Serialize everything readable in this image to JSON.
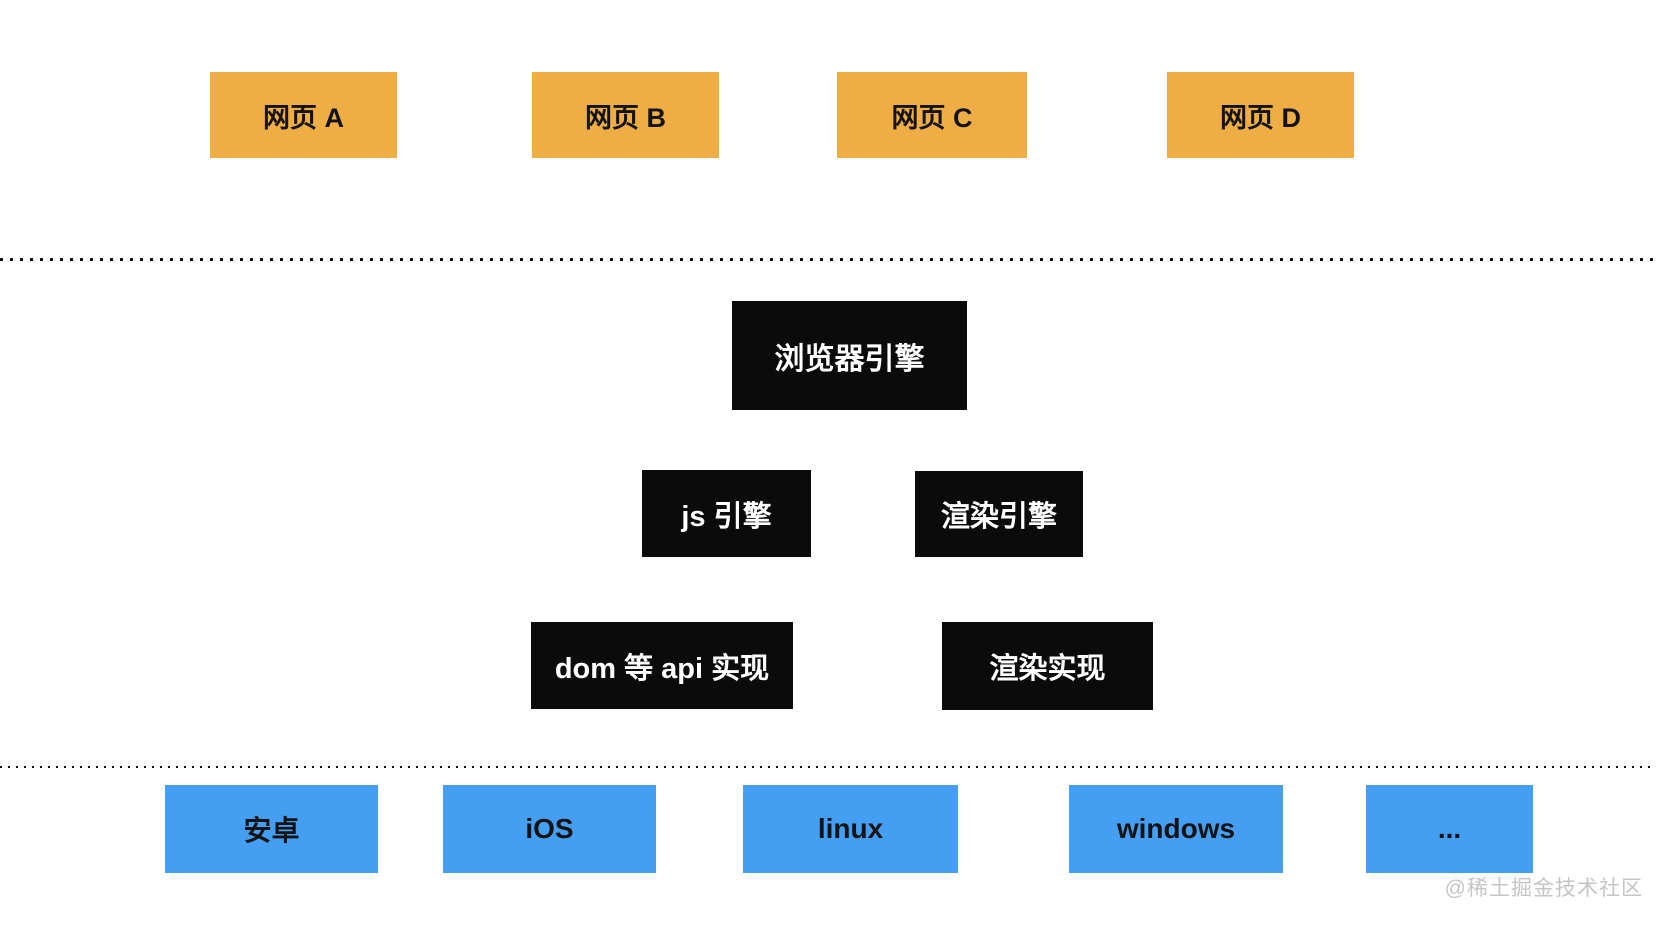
{
  "diagram": {
    "title_hint": "browser architecture diagram",
    "webpage_layer": {
      "boxes": [
        {
          "label": "网页 A"
        },
        {
          "label": "网页 B"
        },
        {
          "label": "网页 C"
        },
        {
          "label": "网页 D"
        }
      ]
    },
    "engine_layer": {
      "browser_engine": {
        "label": "浏览器引擎"
      },
      "js_engine": {
        "label": "js 引擎"
      },
      "render_engine": {
        "label": "渲染引擎"
      },
      "dom_api_impl": {
        "label": "dom 等 api 实现"
      },
      "render_impl": {
        "label": "渲染实现"
      }
    },
    "os_layer": {
      "boxes": [
        {
          "label": "安卓"
        },
        {
          "label": "iOS"
        },
        {
          "label": "linux"
        },
        {
          "label": "windows"
        },
        {
          "label": "..."
        }
      ]
    }
  },
  "watermark": {
    "text": "@稀土掘金技术社区"
  },
  "colors": {
    "canvas_bg": "#ffffff",
    "webpage_box_bg": "#efad45",
    "engine_box_bg": "#0b0b0b",
    "os_box_bg": "#449ff2",
    "dark_text": "#131313",
    "light_text": "#ffffff",
    "dot_color": "#111111",
    "watermark_color": "#c5c5c5"
  }
}
